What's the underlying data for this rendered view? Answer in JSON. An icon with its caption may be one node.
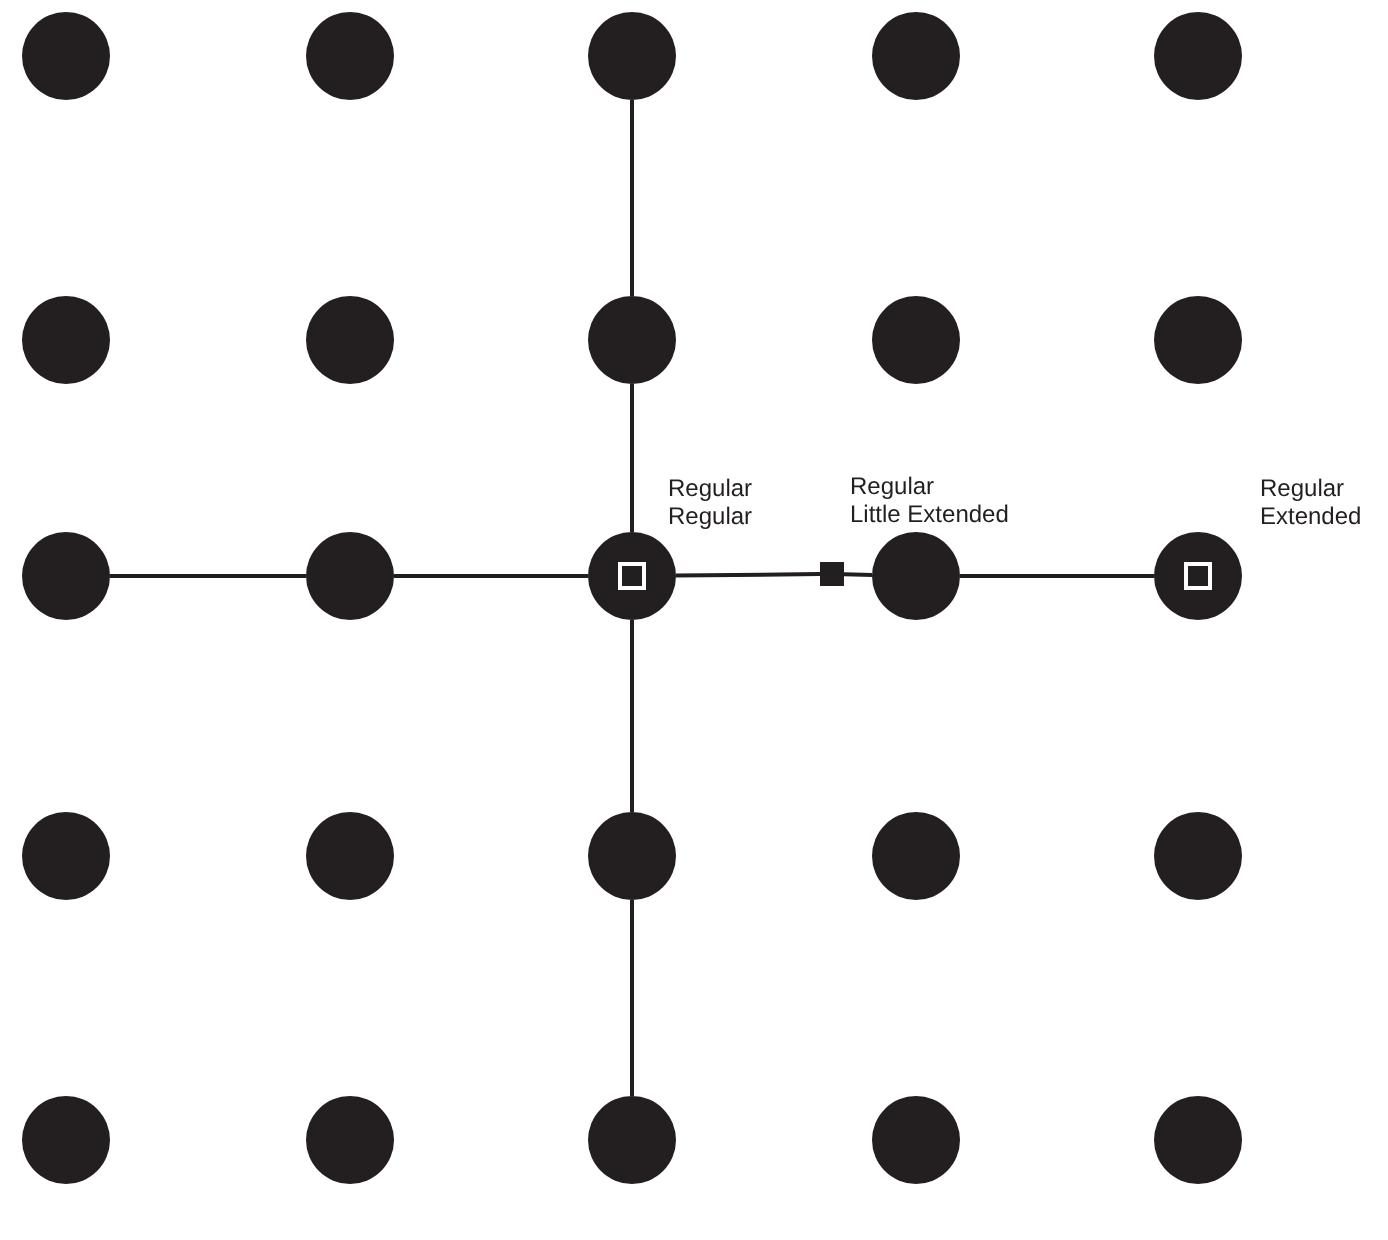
{
  "diagram": {
    "nodes": [
      {
        "text": [],
        "shape": "circle"
      },
      {
        "text": [],
        "shape": "circle"
      },
      {
        "text": [],
        "shape": "circle"
      },
      {
        "text": [],
        "shape": "circle"
      },
      {
        "text": [],
        "shape": "circle"
      },
      {
        "text": [],
        "shape": "circle"
      },
      {
        "text": [],
        "shape": "circle"
      },
      {
        "text": [],
        "shape": "circle"
      },
      {
        "text": [],
        "shape": "circle"
      },
      {
        "text": [],
        "shape": "circle"
      },
      {
        "text": [],
        "shape": "circle"
      },
      {
        "text": [],
        "shape": "circle"
      },
      {
        "text": [],
        "shape": "circle",
        "beside": [
          "Regular",
          "Regular"
        ]
      },
      {
        "text": [],
        "shape": "box",
        "beside": [
          "Regular",
          "Little Extended"
        ]
      },
      {
        "text": [],
        "shape": "circle"
      },
      {
        "text": [],
        "shape": "circle",
        "beside": [
          "Regular",
          "Extended"
        ]
      },
      {
        "text": [],
        "shape": "circle"
      },
      {
        "text": [],
        "shape": "circle"
      },
      {
        "text": [],
        "shape": "circle"
      },
      {
        "text": [],
        "shape": "circle"
      },
      {
        "text": [],
        "shape": "circle"
      },
      {
        "text": [],
        "shape": "circle"
      },
      {
        "text": [],
        "shape": "circle"
      },
      {
        "text": [],
        "shape": "circle"
      },
      {
        "text": [],
        "shape": "circle"
      },
      {
        "text": [],
        "shape": "circle"
      }
    ],
    "edges": [
      {
        "from": 2,
        "to": 7,
        "arrow": "none"
      },
      {
        "from": 7,
        "to": 12,
        "arrow": "none"
      },
      {
        "from": 12,
        "to": 18,
        "arrow": "none"
      },
      {
        "from": 18,
        "to": 23,
        "arrow": "none"
      },
      {
        "from": 10,
        "to": 11,
        "arrow": "none"
      },
      {
        "from": 11,
        "to": 12,
        "arrow": "none"
      },
      {
        "from": 12,
        "to": 13,
        "arrow": "none"
      },
      {
        "from": 13,
        "to": 14,
        "arrow": "none"
      },
      {
        "from": 14,
        "to": 15,
        "arrow": "none"
      }
    ]
  }
}
